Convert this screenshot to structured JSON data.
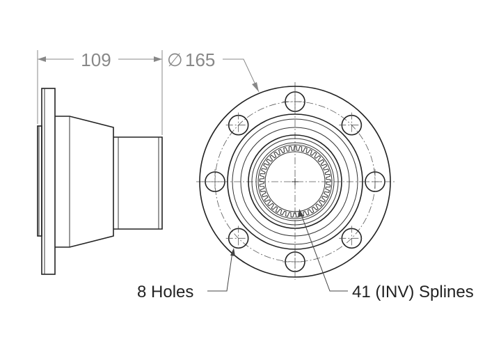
{
  "dimensions": {
    "length": "109",
    "diameter_symbol": "∅",
    "diameter": "165"
  },
  "callouts": {
    "holes": "8 Holes",
    "splines": "41 (INV) Splines"
  },
  "colors": {
    "line": "#222222",
    "dimension": "#888888"
  }
}
